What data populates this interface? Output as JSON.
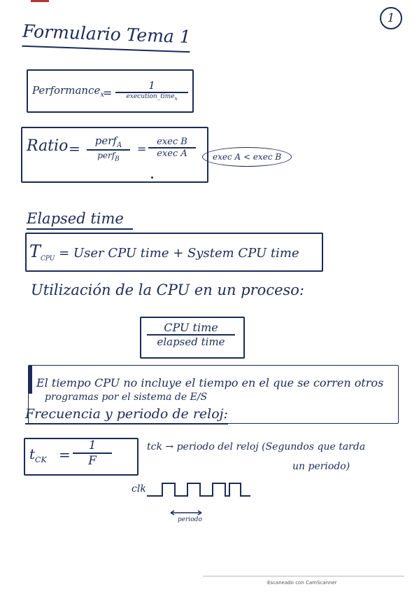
{
  "page_number": "1",
  "title": "Formulario Tema 1",
  "performance": {
    "label": "Performance",
    "sub": "x",
    "eq": "=",
    "numerator": "1",
    "denominator": "execution_time",
    "den_sub": "x"
  },
  "ratio": {
    "label": "Ratio",
    "eq1": "=",
    "num1": "perf",
    "num1_sub": "A",
    "den1": "perf",
    "den1_sub": "B",
    "eq2": "=",
    "num2": "exec B",
    "den2": "exec A",
    "note": "exec A < exec B"
  },
  "elapsed": {
    "heading": "Elapsed time",
    "formula_lhs": "T",
    "formula_sub": "CPU",
    "formula_rhs": "= User CPU time + System CPU time"
  },
  "utilization": {
    "heading": "Utilización de la CPU en un proceso:",
    "numerator": "CPU time",
    "denominator": "elapsed time"
  },
  "note": {
    "line1": "El tiempo CPU no incluye el tiempo en el que se corren otros",
    "line2": "programas por el sistema de E/S"
  },
  "clock": {
    "heading": "Frecuencia y periodo de reloj:",
    "formula_lhs": "t",
    "formula_sub": "CK",
    "eq": "=",
    "numerator": "1",
    "denominator": "F",
    "desc_line1": "tck → periodo del reloj (Segundos que tarda",
    "desc_line2": "un periodo)",
    "signal_label": "clk",
    "period_label": "periodo"
  },
  "footer": "Escaneado con CamScanner"
}
